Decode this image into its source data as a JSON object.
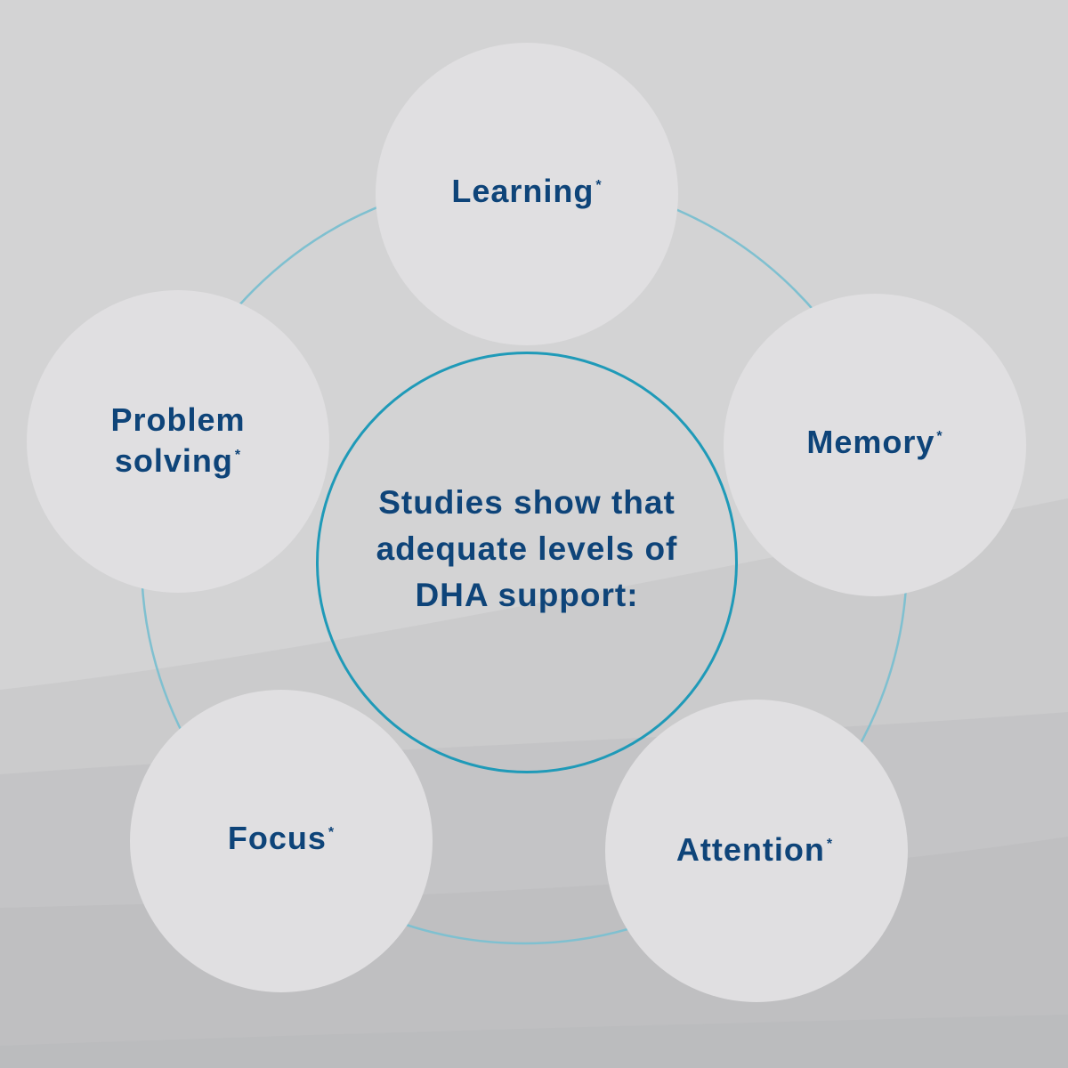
{
  "center": {
    "text": "Studies show that adequate levels of DHA support:"
  },
  "nodes": [
    {
      "id": "learning",
      "label": "Learning",
      "marker": "*"
    },
    {
      "id": "memory",
      "label": "Memory",
      "marker": "*"
    },
    {
      "id": "attention",
      "label": "Attention",
      "marker": "*"
    },
    {
      "id": "focus",
      "label": "Focus",
      "marker": "*"
    },
    {
      "id": "problem-solving",
      "label_line1": "Problem",
      "label_line2": "solving",
      "marker": "*"
    }
  ],
  "colors": {
    "background": "#d3d3d4",
    "node_fill": "#e0dfe1",
    "text": "#0e4479",
    "ring": "#7fc0d0",
    "center_ring": "#1f9ab8"
  }
}
